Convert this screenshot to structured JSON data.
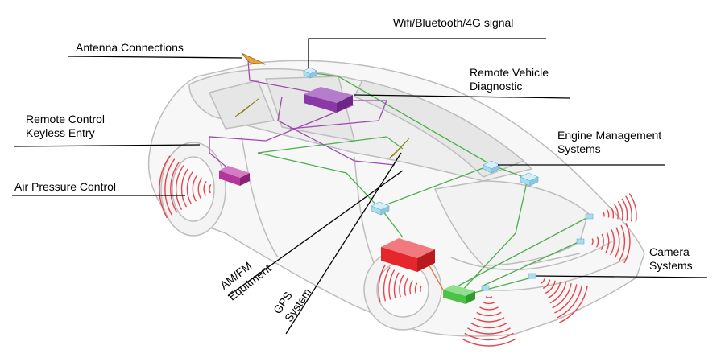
{
  "labels": {
    "wifi": "Wifi/Bluetooth/4G signal",
    "antenna": "Antenna Connections",
    "remote_diag_line1": "Remote Vehicle",
    "remote_diag_line2": "Diagnostic",
    "keyless_line1": "Remote Control",
    "keyless_line2": "Keyless Entry",
    "engine_line1": "Engine Management",
    "engine_line2": "Systems",
    "air_pressure": "Air Pressure Control",
    "amfm_line1": "AM/FM",
    "amfm_line2": "Equitment",
    "gps_line1": "GPS",
    "gps_line2": "System",
    "camera_line1": "Camera",
    "camera_line2": "Systems"
  },
  "colors": {
    "outline": "#bdbdbd",
    "body_fill": "#f7f7f7",
    "glass": "#e6e6e6",
    "module_blue": "#a9dcee",
    "module_purple": "#8a37a8",
    "module_magenta": "#b4369a",
    "module_red": "#e5262c",
    "module_green": "#4cc347",
    "antenna_yellow": "#d6c63a",
    "wire_green": "#4cae4c",
    "wire_purple": "#a04ab0",
    "radar_red": "#e8434b"
  }
}
